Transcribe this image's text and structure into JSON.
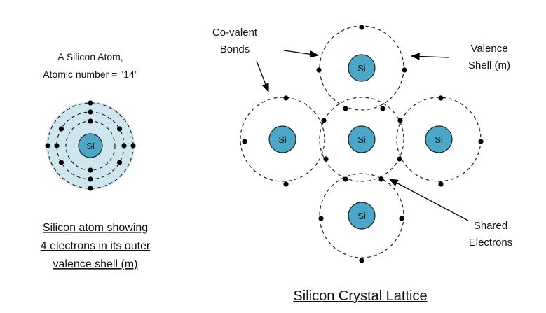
{
  "atom_caption": {
    "line1": "A Silicon Atom,",
    "line2": "Atomic number = \"14\""
  },
  "atom_description": {
    "line1": "Silicon atom showing",
    "line2": "4 electrons in its outer",
    "line3": "valence shell (m)"
  },
  "labels": {
    "covalent_line1": "Co-valent",
    "covalent_line2": "Bonds",
    "valence_line1": "Valence",
    "valence_line2": "Shell (m)",
    "shared_line1": "Shared",
    "shared_line2": "Electrons"
  },
  "lattice_title": "Silicon Crystal Lattice",
  "nucleus_symbol": "Si",
  "colors": {
    "nucleus": "#4aa7c7",
    "atom_halo": "#cfe6ee",
    "electron": "#000000"
  }
}
